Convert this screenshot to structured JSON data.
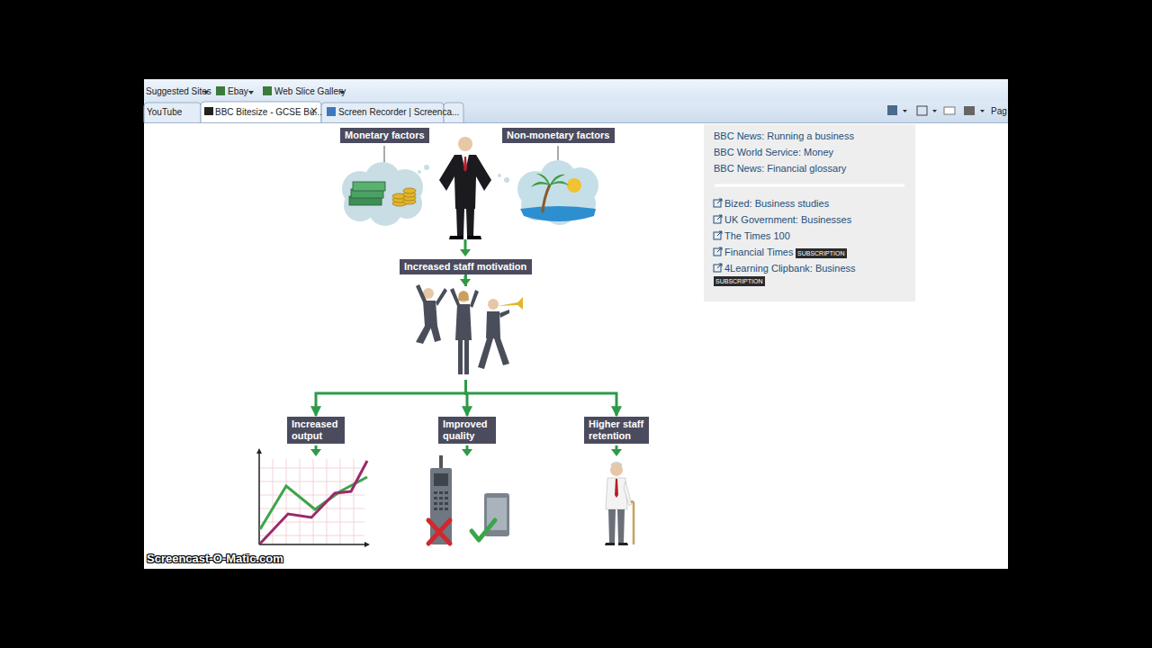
{
  "diagram": {
    "nodes": [
      {
        "text": [
          "Monetary factors"
        ]
      },
      {
        "text": [
          "Non-monetary factors"
        ]
      },
      {
        "text": [
          "Increased staff motivation"
        ]
      },
      {
        "text": [
          "Increased output"
        ]
      },
      {
        "text": [
          "Improved quality"
        ]
      },
      {
        "text": [
          "Higher staff retention"
        ]
      }
    ],
    "edges": [
      {
        "from": 2,
        "to": 3,
        "arrow": "to"
      },
      {
        "from": 2,
        "to": 4,
        "arrow": "to"
      },
      {
        "from": 2,
        "to": 5,
        "arrow": "to"
      }
    ],
    "labels": [
      "Suggested Sites",
      "Ebay",
      "Web Slice Gallery",
      "YouTube",
      "BBC Bitesize - GCSE Bu...",
      "Screen Recorder | Screenca...",
      "Pag",
      "BBC News: Running a business",
      "BBC World Service: Money",
      "BBC News: Financial glossary",
      "Bized: Business studies",
      "UK Government: Businesses",
      "The Times 100",
      "Financial Times",
      "SUBSCRIPTION",
      "4Learning Clipbank: Business",
      "SUBSCRIPTION",
      "Screencast-O-Matic.com"
    ]
  }
}
